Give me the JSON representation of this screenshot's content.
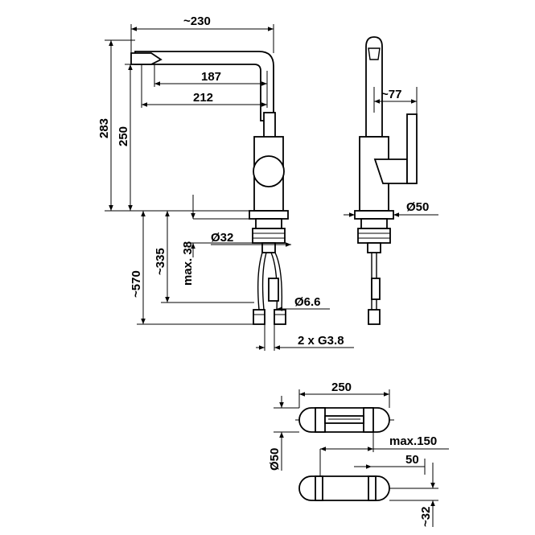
{
  "front_view": {
    "spout_reach": "~230",
    "aerator_reach": "187",
    "outlet_reach": "212",
    "total_height": "283",
    "outlet_height": "250",
    "max_deck_thickness": "max. 38",
    "shank_diameter": "Ø32",
    "hose_length": "~335",
    "overall_below_deck": "~570",
    "hose_diameter": "Ø6.6",
    "connections": "2 x G3.8"
  },
  "side_view": {
    "lever_projection": "~77",
    "base_diameter": "Ø50"
  },
  "bottom_view": {
    "spacing": "250",
    "diameter": "Ø50",
    "max_offset": "max.150",
    "offset": "50",
    "depth": "~32"
  }
}
